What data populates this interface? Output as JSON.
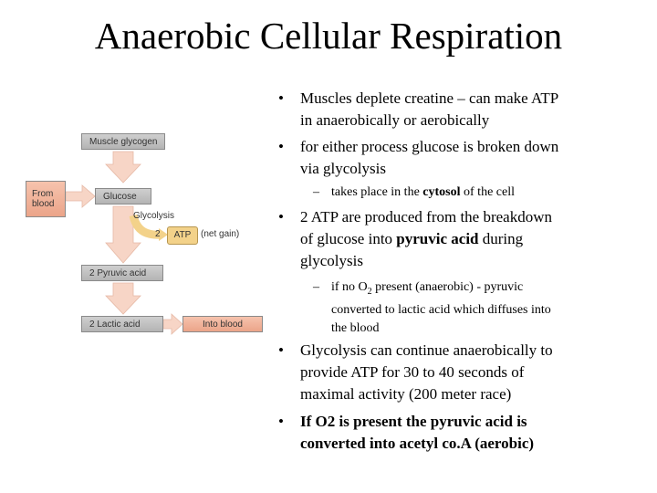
{
  "slide": {
    "title": "Anaerobic Cellular Respiration"
  },
  "diagram": {
    "from_blood": "From blood",
    "muscle_glycogen": "Muscle glycogen",
    "glucose": "Glucose",
    "glycolysis": "Glycolysis",
    "atp_count": "2",
    "atp": "ATP",
    "net_gain": "(net gain)",
    "pyruvic_acid": "2 Pyruvic acid",
    "lactic_acid": "2 Lactic acid",
    "into_blood": "Into blood"
  },
  "bullets": {
    "b1_line1": "Muscles deplete creatine – can make ATP",
    "b1_line2": "in anaerobically or aerobically",
    "b2_line1": "for either process glucose is broken down",
    "b2_line2": "via glycolysis",
    "s1_pre": "takes place in the ",
    "s1_bold": "cytosol",
    "s1_post": " of the cell",
    "b3_line1": "2 ATP are produced from the breakdown",
    "b3_line2_pre": "of glucose into ",
    "b3_line2_bold": "pyruvic acid",
    "b3_line2_post": " during",
    "b3_line3": "glycolysis",
    "s2_line1_pre": "if no O",
    "s2_sub": "2",
    "s2_line1_post": " present (anaerobic) - pyruvic",
    "s2_line2": "converted to lactic acid which diffuses into",
    "s2_line3": "the blood",
    "b4_line1": "Glycolysis can continue anaerobically to",
    "b4_line2": "provide ATP for 30 to 40 seconds of",
    "b4_line3": "maximal activity (200 meter race)",
    "b5_line1": "If O2 is present the pyruvic acid is",
    "b5_line2": "converted into acetyl co.A (aerobic)"
  },
  "colors": {
    "arrow_fill": "#f7d5c6",
    "box_gray": "#c4c4c4",
    "box_peach": "#efae95",
    "atp_yellow": "#f3d28a"
  }
}
